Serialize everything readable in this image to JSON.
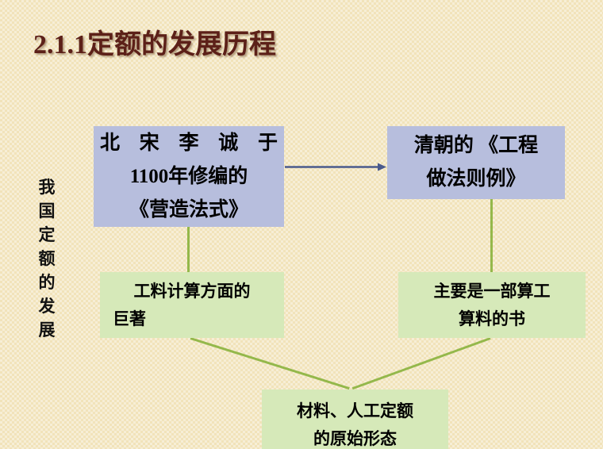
{
  "slide": {
    "title": "2.1.1定额的发展历程",
    "background_color": "#f1e3ba",
    "title_color": "#5c2018"
  },
  "side_label": {
    "text": "我国定额的发展",
    "characters": [
      "我",
      "国",
      "定",
      "额",
      "的",
      "发",
      "展"
    ],
    "orientation": "vertical"
  },
  "palette": {
    "box_blue": "#b7bedd",
    "box_green": "#d6e9b9",
    "connector_green": "#94b84b",
    "arrow_blue": "#4a5a8c"
  },
  "nodes": {
    "blue_1": {
      "lines": [
        "北 宋 李 诚 于",
        "1100年修编的",
        "《营造法式》"
      ],
      "full_text": "北宋李诚于1100年修编的《营造法式》",
      "color": "#b7bedd"
    },
    "blue_2": {
      "lines": [
        "清朝的 《工程",
        "做法则例》"
      ],
      "full_text": "清朝的《工程做法则例》",
      "color": "#b7bedd"
    },
    "green_1": {
      "lines": [
        "工料计算方面的",
        "巨著"
      ],
      "full_text": "工料计算方面的巨著",
      "color": "#d6e9b9"
    },
    "green_2": {
      "lines": [
        "主要是一部算工",
        "算料的书"
      ],
      "full_text": "主要是一部算工算料的书",
      "color": "#d6e9b9"
    },
    "green_3": {
      "lines": [
        "材料、人工定额",
        "的原始形态"
      ],
      "full_text": "材料、人工定额的原始形态",
      "color": "#d6e9b9"
    }
  },
  "connectors": {
    "arrow_blue1_to_blue2": "arrow-right-icon",
    "line_blue1_to_green1": "vertical-line",
    "line_blue2_to_green2": "vertical-line",
    "line_green1_to_green3": "diagonal-line",
    "line_green2_to_green3": "diagonal-line"
  }
}
